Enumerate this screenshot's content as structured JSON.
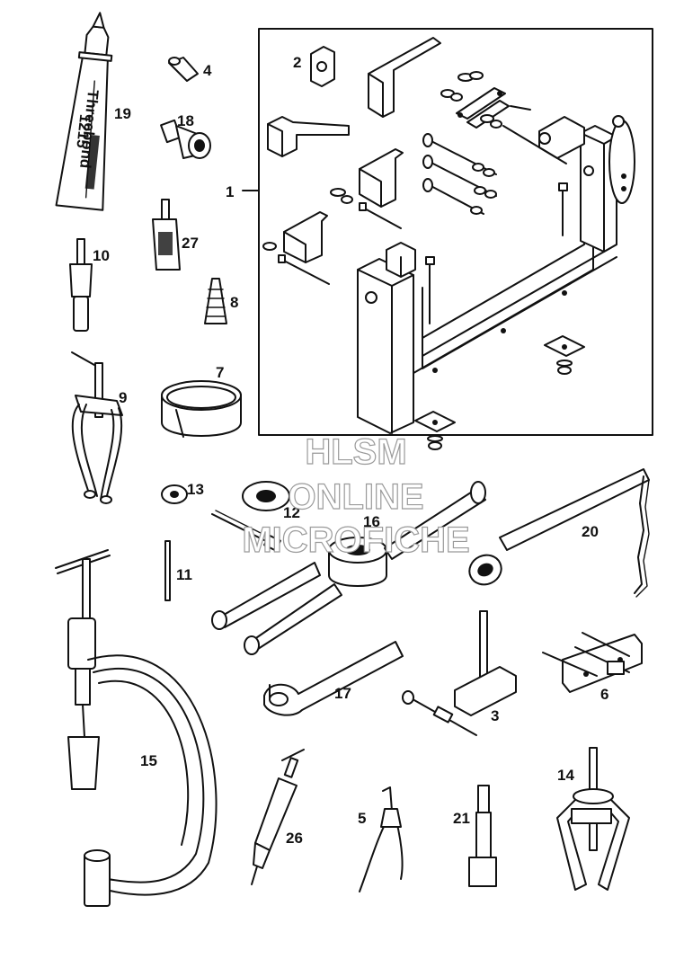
{
  "callouts": {
    "p1": "1",
    "p2": "2",
    "p3": "3",
    "p4": "4",
    "p5": "5",
    "p6": "6",
    "p7": "7",
    "p8": "8",
    "p9": "9",
    "p10": "10",
    "p11": "11",
    "p12": "12",
    "p13": "13",
    "p14": "14",
    "p15": "15",
    "p16": "16",
    "p17": "17",
    "p18": "18",
    "p19": "19",
    "p20": "20",
    "p21": "21",
    "p26": "26",
    "p27": "27"
  },
  "watermark": {
    "line1": "HLSM",
    "line2": "ONLINE",
    "line3": "MICROFICHE"
  },
  "tube_label": {
    "brand": "Threebond",
    "code": "1215"
  }
}
